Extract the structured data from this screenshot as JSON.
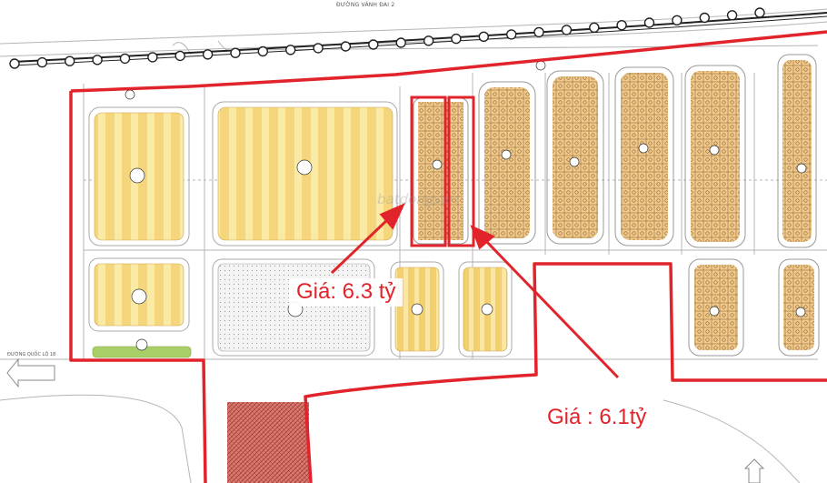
{
  "map": {
    "road_top_label": "ĐƯỜNG VÀNH ĐAI 2",
    "road_left_label": "ĐƯỜNG QUỐC LỘ 18",
    "watermark_text": "batdongsan",
    "annotations": [
      {
        "id": "a",
        "text": "Giá: 6.3 tỷ"
      },
      {
        "id": "b",
        "text": "Giá : 6.1tỷ"
      }
    ],
    "colors": {
      "boundary_red": "#e1242b",
      "land_yellow": "#f6d67c",
      "land_stripe": "#fbe9a6",
      "lot_orange": "#e9b35a",
      "green_area": "#a9cf68",
      "hatched_red": "#c9524b",
      "road_outline": "#b5b5b5"
    }
  }
}
